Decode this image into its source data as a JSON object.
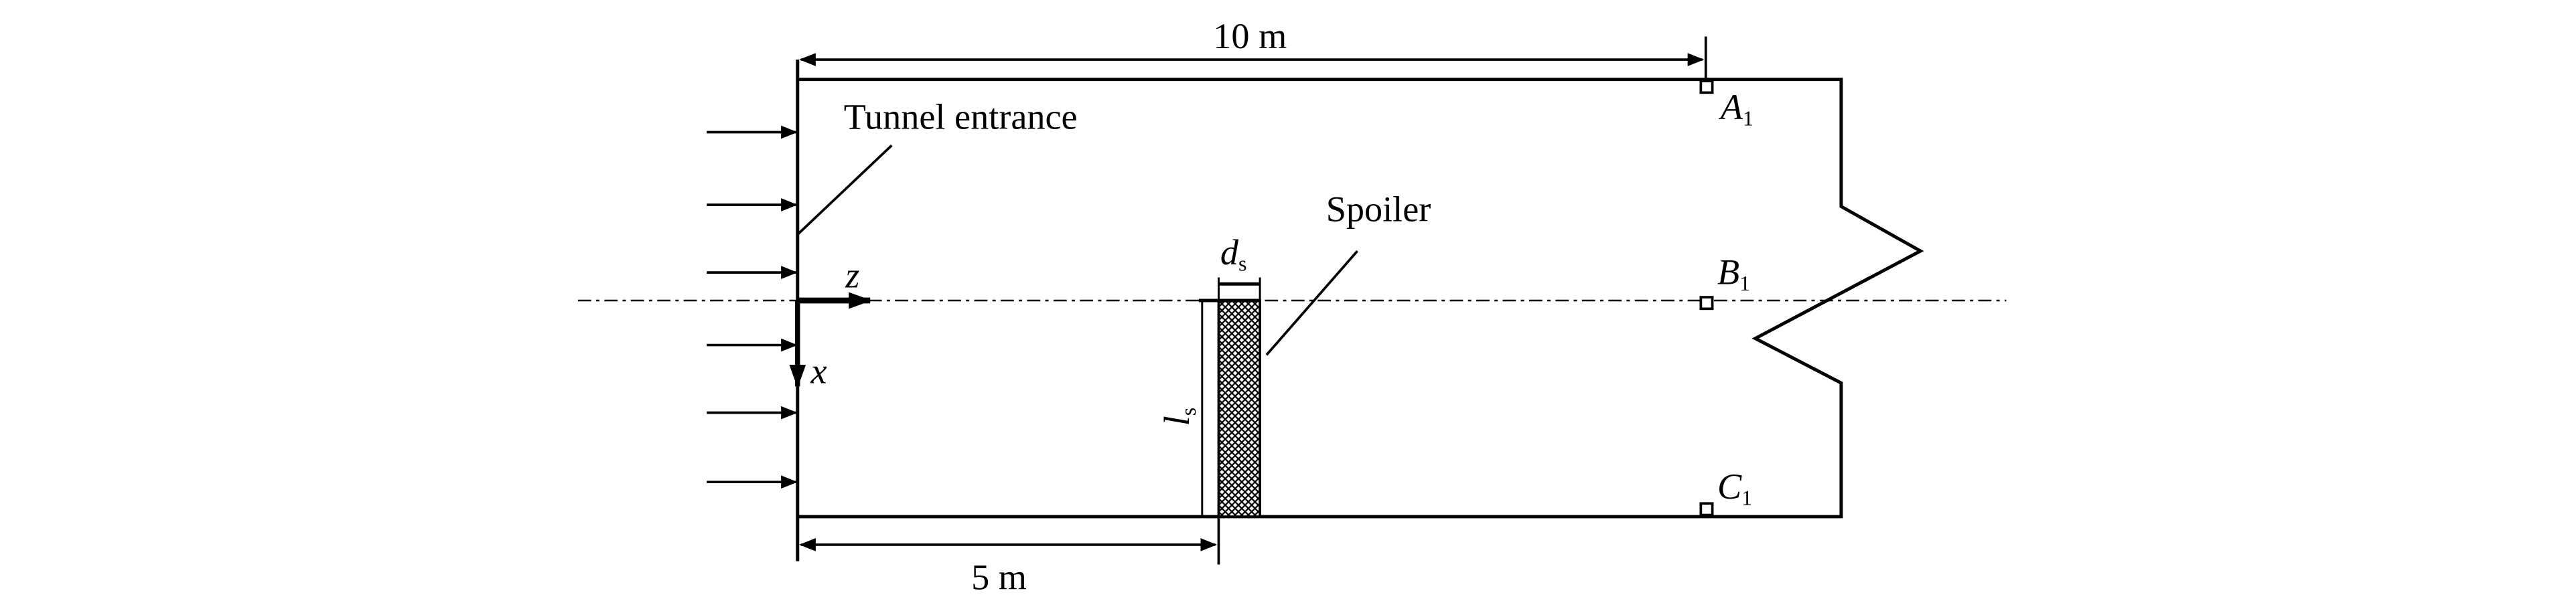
{
  "labels": {
    "length_10m": "10 m",
    "length_5m": "5 m",
    "tunnel_entrance": "Tunnel entrance",
    "spoiler": "Spoiler",
    "axis_z": "z",
    "axis_x": "x",
    "spoiler_width_symbol": "d",
    "spoiler_width_sub": "s",
    "spoiler_length_symbol": "l",
    "spoiler_length_sub": "s",
    "point_a": "A",
    "point_a_sub": "1",
    "point_b": "B",
    "point_b_sub": "1",
    "point_c": "C",
    "point_c_sub": "1"
  }
}
